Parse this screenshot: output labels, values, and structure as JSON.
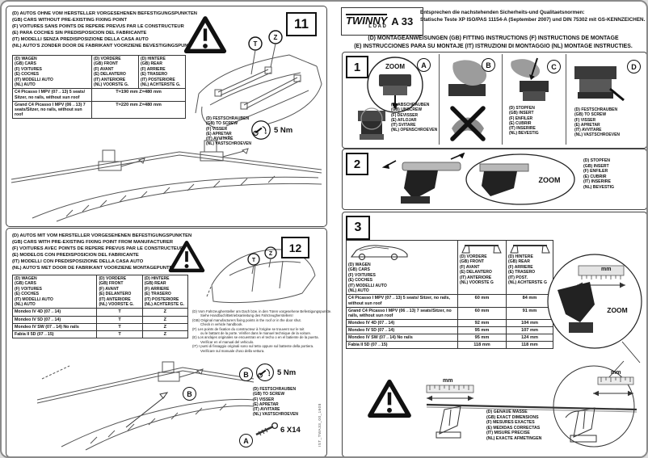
{
  "page": {
    "side_code": "IST_TWA33_00_1608"
  },
  "header": {
    "brand": "TWINNY",
    "brand_sub": "LOAD",
    "model": "A 33",
    "cert_line1": "Entsprechen die nachstehenden Sicherheits-und Qualitaetsnormen:",
    "cert_line2": "Statische Teste XP ISO/PAS 11154-A (September 2007) und DIN 75302 mit GS-KENNZEICHEN.",
    "instructions_line1": "(D) MONTAGEANWEISUNGEN  (GB) FITTING INSTRUCTIONS  (F) INSTRUCTIONS DE MONTAGE",
    "instructions_line2": "(E) INSTRUCCIONES PARA SU MONTAJE (IT) ISTRUZIONI DI MONTAGGIO (NL) MONTAGE INSTRUCTIES."
  },
  "panel11": {
    "number": "11",
    "intro": [
      "(D) AUTOS OHNE VOM HERSTELLER VORGESEHENEN BEFESTIGUNGSPUNKTEN",
      "(GB) CARS WITHOUT PRE-EXISTING FIXING POINT",
      "(F) VOITURES SANS POINTS DE REPERE PREVUS PAR LE CONSTRUCTEUR",
      "(E) PARA COCHES SIN PREDISPOSICION DEL FABRICANTE",
      "(IT) MODELLI SENZA PREDISPOSIZIONE DELLA CASA AUTO",
      "(NL) AUTO'S ZONDER DOOR DE FABRIKANT VOORZIENE BEVESTIGINGSPUNTEN"
    ],
    "table": {
      "col_cars": [
        "(D) WAGEN",
        "(GB) CARS",
        "(F) VOITURES",
        "(E) COCHES",
        "(IT) MODELLI AUTO",
        "(NL) AUTO"
      ],
      "col_front": [
        "(D) VORDERE",
        "(GB) FRONT",
        "(F) AVANT",
        "(E) DELANTERO",
        "(IT) ANTERIORE",
        "(NL) VOORSTE G."
      ],
      "col_rear": [
        "(D) HINTERE",
        "(GB) REAR",
        "(F) ARRIERE",
        "(E) TRASERO",
        "(IT) POSTERIORE",
        "(NL) ACHTERSTE G."
      ],
      "rows": [
        {
          "model": "C4 Picasso I MPV (07→13) 5 seats/ Sitzer, no rails, without sun roof",
          "value": "T=190 mm Z=480 mm"
        },
        {
          "model": "Grand C4 Picasso I MPV (06→13) 7 seats/Sitzer, no rails, without sun roof",
          "value": "T=220 mm  Z=480 mm"
        }
      ]
    },
    "screw_labels": [
      "(D) FESTSCHRAUBEN",
      "(GB) TO SCREW",
      "(F) VISSER",
      "(E) APRETAR",
      "(IT) AVVITARE",
      "(NL) VASTSCHROEVEN"
    ],
    "torque": "5 Nm",
    "marker_t": "T",
    "marker_z": "Z"
  },
  "panel12": {
    "number": "12",
    "intro": [
      "(D) AUTOS MIT VOM HERSTELLER VORGESEHENEN BEFESTIGUNGSPUNKTEN",
      "(GB) CARS WITH PRE-EXISTING FIXING POINT FROM MANUFACTURER",
      "(F) VOITURES AVEC POINTS DE REPERE PREVUS PAR LE CONSTRUCTEUR",
      "(E) MODELOS CON PREDISPOSICION DEL FABRICANTE",
      "(IT) MODELLI CON PREDISPOSIZIONE DELLA CASA AUTO",
      "(NL) AUTO'S MET DOOR DE FABRIKANT VOORZIENE MONTAGEPUNTEN"
    ],
    "table": {
      "col_cars": [
        "(D) WAGEN",
        "(GB) CARS",
        "(F) VOITURES",
        "(E) COCHES",
        "(IT) MODELLI AUTO",
        "(NL) AUTO"
      ],
      "col_front": [
        "(D) VORDERE",
        "(GB) FRONT",
        "(F) AVANT",
        "(E) DELANTERO",
        "(IT) ANTERIORE",
        "(NL) VOORSTE G."
      ],
      "col_rear": [
        "(D) HINTERE",
        "(GB) REAR",
        "(F) ARRIERE",
        "(E) TRASERO",
        "(IT) POSTERIORE",
        "(NL) ACHTERSTE G."
      ],
      "rows": [
        {
          "model": "Mondeo IV 4D (07→14)",
          "front": "T",
          "rear": "Z"
        },
        {
          "model": "Mondeo IV 5D (07→14)",
          "front": "T",
          "rear": "Z"
        },
        {
          "model": "Mondeo IV SW (07→14) No rails",
          "front": "T",
          "rear": "Z"
        },
        {
          "model": "Fabia II 5D (07→15)",
          "front": "T",
          "rear": "Z"
        }
      ]
    },
    "notes": [
      "(D) Vom Fahrzeughersteller am Dach bzw. in den Türen vorgesehene Befestigungspunkte.",
      "Siehe Handbuch/Betriebsanleitung des Fahrzeugherstellers!",
      "(GB) Original manufacturers fixing points in the roof or in the door shut.",
      "Check in vehicle handbook.",
      "(F) Les points de fixation du constructeur à l'origine se trouvent sur le toit",
      "ou le battant de la porte. Vérifier dans le manuel technique de la voiture.",
      "(E) Los anclajes originales se encuentran en el techo o en el batiente de la puerta.",
      "Verificar en el manual del vehiculo.",
      "(IT) I punti di fissaggio originali sono sul tetto oppure sul battente della portiera.",
      "Verificare sul manuale d'uso della vettura."
    ],
    "screw_labels": [
      "(D) FESTSCHRAUBEN",
      "(GB) TO SCREW",
      "(F) VISSER",
      "(E) APRETAR",
      "(IT) AVVITARE",
      "(NL) VASTSCHROEVEN"
    ],
    "torque": "5 Nm",
    "screw_size": "6 X14",
    "marker_a": "A",
    "marker_b": "B",
    "marker_t": "T",
    "marker_z": "Z"
  },
  "step1": {
    "number": "1",
    "zoom_label": "ZOOM",
    "section_a": {
      "letter": "A",
      "labels": [
        "(D) ABSCHRAUBEN",
        "(GB) UNSCREW",
        "(F) DEVISSER",
        "(E) AFLOJAR",
        "(IT) SVITARE",
        "(NL) OPENSCHROEVEN"
      ]
    },
    "section_b": {
      "letter": "B"
    },
    "section_c": {
      "letter": "C",
      "labels": [
        "(D) STOPFEN",
        "(GB) INSERT",
        "(F) ENFILER",
        "(E) CUBRIR",
        "(IT) INSERIRE",
        "(NL) BEVESTIG"
      ]
    },
    "section_d": {
      "letter": "D",
      "labels": [
        "(D) FESTSCHRAUBEN",
        "(GB) TO SCREW",
        "(F) VISSER",
        "(E) APRETAR",
        "(IT) AVVITARE",
        "(NL) VASTSCHROEVEN"
      ]
    }
  },
  "step2": {
    "number": "2",
    "zoom_label": "ZOOM",
    "labels": [
      "(D) STOPFEN",
      "(GB) INSERT",
      "(F) ENFILER",
      "(E) CUBRIR",
      "(IT) INSERIRE",
      "(NL) BEVESTIG"
    ]
  },
  "step3": {
    "number": "3",
    "zoom_label": "ZOOM",
    "mm_label": "mm",
    "table": {
      "col_cars": [
        "(D) WAGEN",
        "(GB) CARS",
        "(F) VOITURES",
        "(E) COCHES",
        "(IT) MODELLI AUTO",
        "(NL) AUTO"
      ],
      "col_front": [
        "(D) VORDERE",
        "(GB) FRONT",
        "(F) AVANT",
        "(E) DELANTERO",
        "(IT) ANTERIORE",
        "(NL) VOORSTE G"
      ],
      "col_rear": [
        "(D) HINTERE",
        "(GB) REAR",
        "(F) ARRIERE",
        "(E) TRASERO",
        "(IT) POST.",
        "(NL) ACHTERSTE G"
      ],
      "rows": [
        {
          "model": "C4 Picasso I MPV (07→13) 5 seats/ Sitzer, no rails, without sun roof",
          "front": "60 mm",
          "rear": "84 mm"
        },
        {
          "model": "Grand C4 Picasso I MPV (06→13) 7 seats/Sitzer, no rails, without sun roof",
          "front": "60 mm",
          "rear": "91 mm"
        },
        {
          "model": "Mondeo IV 4D (07→14)",
          "front": "92 mm",
          "rear": "104 mm"
        },
        {
          "model": "Mondeo IV 5D (07→14)",
          "front": "95 mm",
          "rear": "107 mm"
        },
        {
          "model": "Mondeo IV SW (07→14) No rails",
          "front": "95 mm",
          "rear": "124 mm"
        },
        {
          "model": "Fabia II 5D (07→15)",
          "front": "118 mm",
          "rear": "118 mm"
        }
      ]
    },
    "dimension_labels": [
      "(D) GENAUE MASSE",
      "(GB) EXACT DIMENSIONS",
      "(F) MESURES EXACTES",
      "(E) MEDIDAS CORRECTAS",
      "(IT) MISURE PRECISE",
      "(NL) EXACTE AFMETINGEN"
    ]
  }
}
